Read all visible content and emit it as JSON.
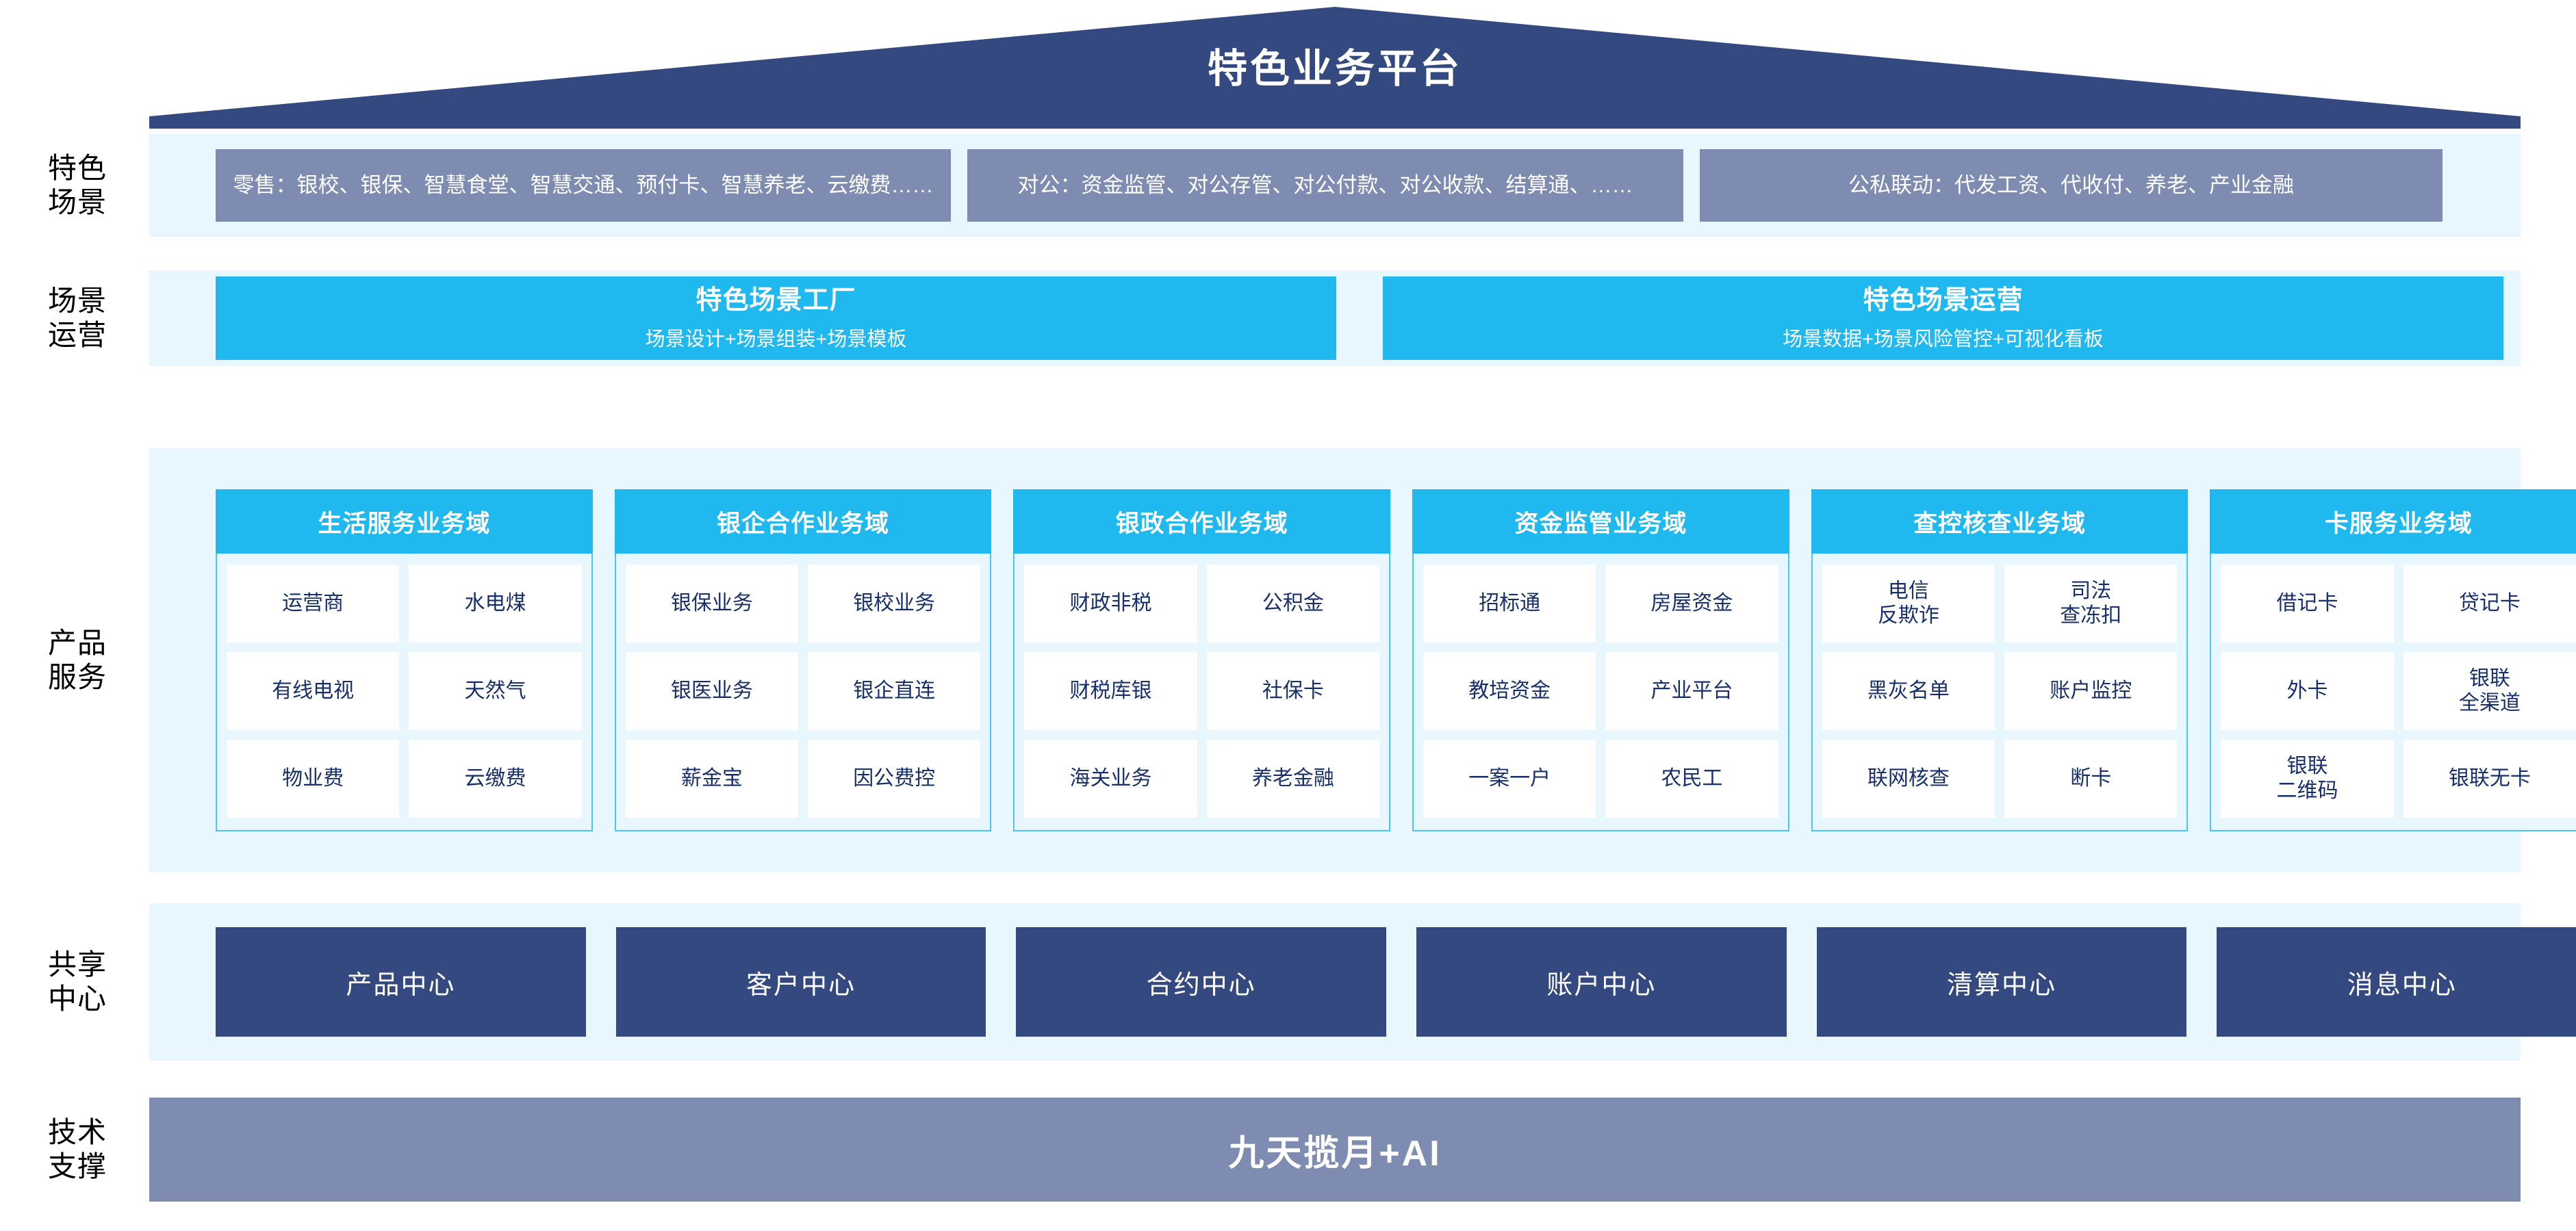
{
  "header": {
    "title": "特色业务平台",
    "roof_color": "#33497f"
  },
  "colors": {
    "band_bg": "#e8f7fd",
    "scene_box": "#7d8cb0",
    "cyan": "#1fb9ef",
    "navy": "#33497f",
    "cell_text": "#17306b",
    "tech_bar": "#7d8cb0"
  },
  "row_labels": {
    "scenes": "特色\n场景",
    "operations": "场景\n运营",
    "products": "产品\n服务",
    "centers": "共享\n中心",
    "tech": "技术\n支撑"
  },
  "scenes": {
    "items": [
      {
        "label": "零售：银校、银保、智慧食堂、智慧交通、预付卡、智慧养老、云缴费……"
      },
      {
        "label": "对公：资金监管、对公存管、对公付款、对公收款、结算通、……"
      },
      {
        "label": "公私联动：代发工资、代收付、养老、产业金融"
      }
    ]
  },
  "operations": {
    "items": [
      {
        "title": "特色场景工厂",
        "subtitle": "场景设计+场景组装+场景模板"
      },
      {
        "title": "特色场景运营",
        "subtitle": "场景数据+场景风险管控+可视化看板"
      }
    ]
  },
  "products": {
    "columns": [
      {
        "title": "生活服务业务域",
        "rows": [
          [
            "运营商",
            "水电煤"
          ],
          [
            "有线电视",
            "天然气"
          ],
          [
            "物业费",
            "云缴费"
          ]
        ]
      },
      {
        "title": "银企合作业务域",
        "rows": [
          [
            "银保业务",
            "银校业务"
          ],
          [
            "银医业务",
            "银企直连"
          ],
          [
            "薪金宝",
            "因公费控"
          ]
        ]
      },
      {
        "title": "银政合作业务域",
        "rows": [
          [
            "财政非税",
            "公积金"
          ],
          [
            "财税库银",
            "社保卡"
          ],
          [
            "海关业务",
            "养老金融"
          ]
        ]
      },
      {
        "title": "资金监管业务域",
        "rows": [
          [
            "招标通",
            "房屋资金"
          ],
          [
            "教培资金",
            "产业平台"
          ],
          [
            "一案一户",
            "农民工"
          ]
        ]
      },
      {
        "title": "查控核查业务域",
        "rows": [
          [
            "电信\n反欺诈",
            "司法\n查冻扣"
          ],
          [
            "黑灰名单",
            "账户监控"
          ],
          [
            "联网核查",
            "断卡"
          ]
        ]
      },
      {
        "title": "卡服务业务域",
        "rows": [
          [
            "借记卡",
            "贷记卡"
          ],
          [
            "外卡",
            "银联\n全渠道"
          ],
          [
            "银联\n二维码",
            "银联无卡"
          ]
        ]
      }
    ]
  },
  "centers": {
    "items": [
      {
        "label": "产品中心"
      },
      {
        "label": "客户中心"
      },
      {
        "label": "合约中心"
      },
      {
        "label": "账户中心"
      },
      {
        "label": "清算中心"
      },
      {
        "label": "消息中心"
      }
    ]
  },
  "tech": {
    "label": "九天揽月+AI"
  }
}
